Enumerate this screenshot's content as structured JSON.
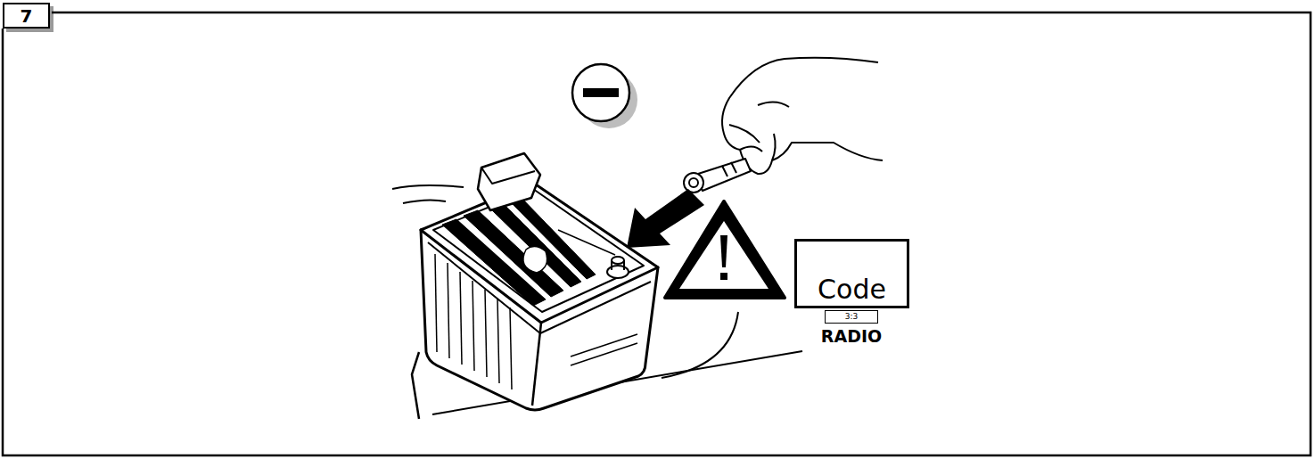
{
  "diagram": {
    "nodes": [
      {
        "text": [
          "7"
        ]
      },
      {
        "text": [
          "Code"
        ]
      },
      {
        "text": [
          "3:3"
        ]
      }
    ],
    "labels": [
      "RADIO"
    ]
  }
}
